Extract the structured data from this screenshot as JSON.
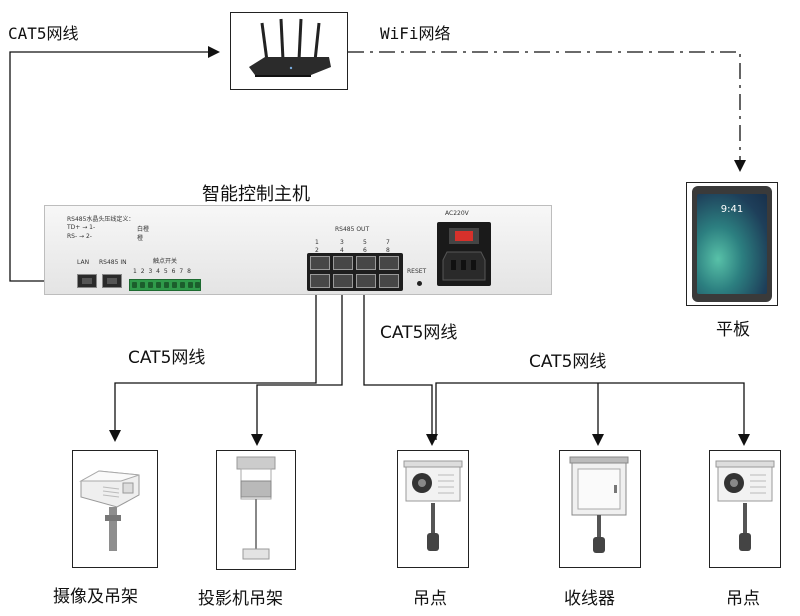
{
  "labels": {
    "cat5_top": "CAT5网线",
    "wifi": "WiFi网络",
    "host_title": "智能控制主机",
    "cat5_right": "CAT5网线",
    "cat5_left": "CAT5网线",
    "cat5_far_right": "CAT5网线"
  },
  "host": {
    "rs485_def": "RS485水晶头压线定义：",
    "td_line": "TD+ → 1-",
    "td_color": "白橙",
    "rs_line": "RS- → 2-",
    "rs_color": "橙",
    "lan": "LAN",
    "rs485_in": "RS485 IN",
    "contact_switch": "触点开关",
    "contact_numbers": "1 2 3 4 5 6 7 8",
    "rs485_out": "RS485 OUT",
    "out_top": [
      "1",
      "3",
      "5",
      "7"
    ],
    "out_bottom": [
      "2",
      "4",
      "6",
      "8"
    ],
    "reset": "RESET",
    "ac": "AC220V"
  },
  "tablet": {
    "caption": "平板",
    "time": "9:41"
  },
  "devices": [
    {
      "caption": "摄像及吊架",
      "icon": "camera-bracket-icon"
    },
    {
      "caption": "投影机吊架",
      "icon": "projector-lift-icon"
    },
    {
      "caption": "吊点",
      "icon": "hoist-point-icon"
    },
    {
      "caption": "收线器",
      "icon": "cable-winder-icon"
    },
    {
      "caption": "吊点",
      "icon": "hoist-point-icon"
    }
  ],
  "colors": {
    "line": "#111111",
    "terminal": "#2f9a4a"
  }
}
